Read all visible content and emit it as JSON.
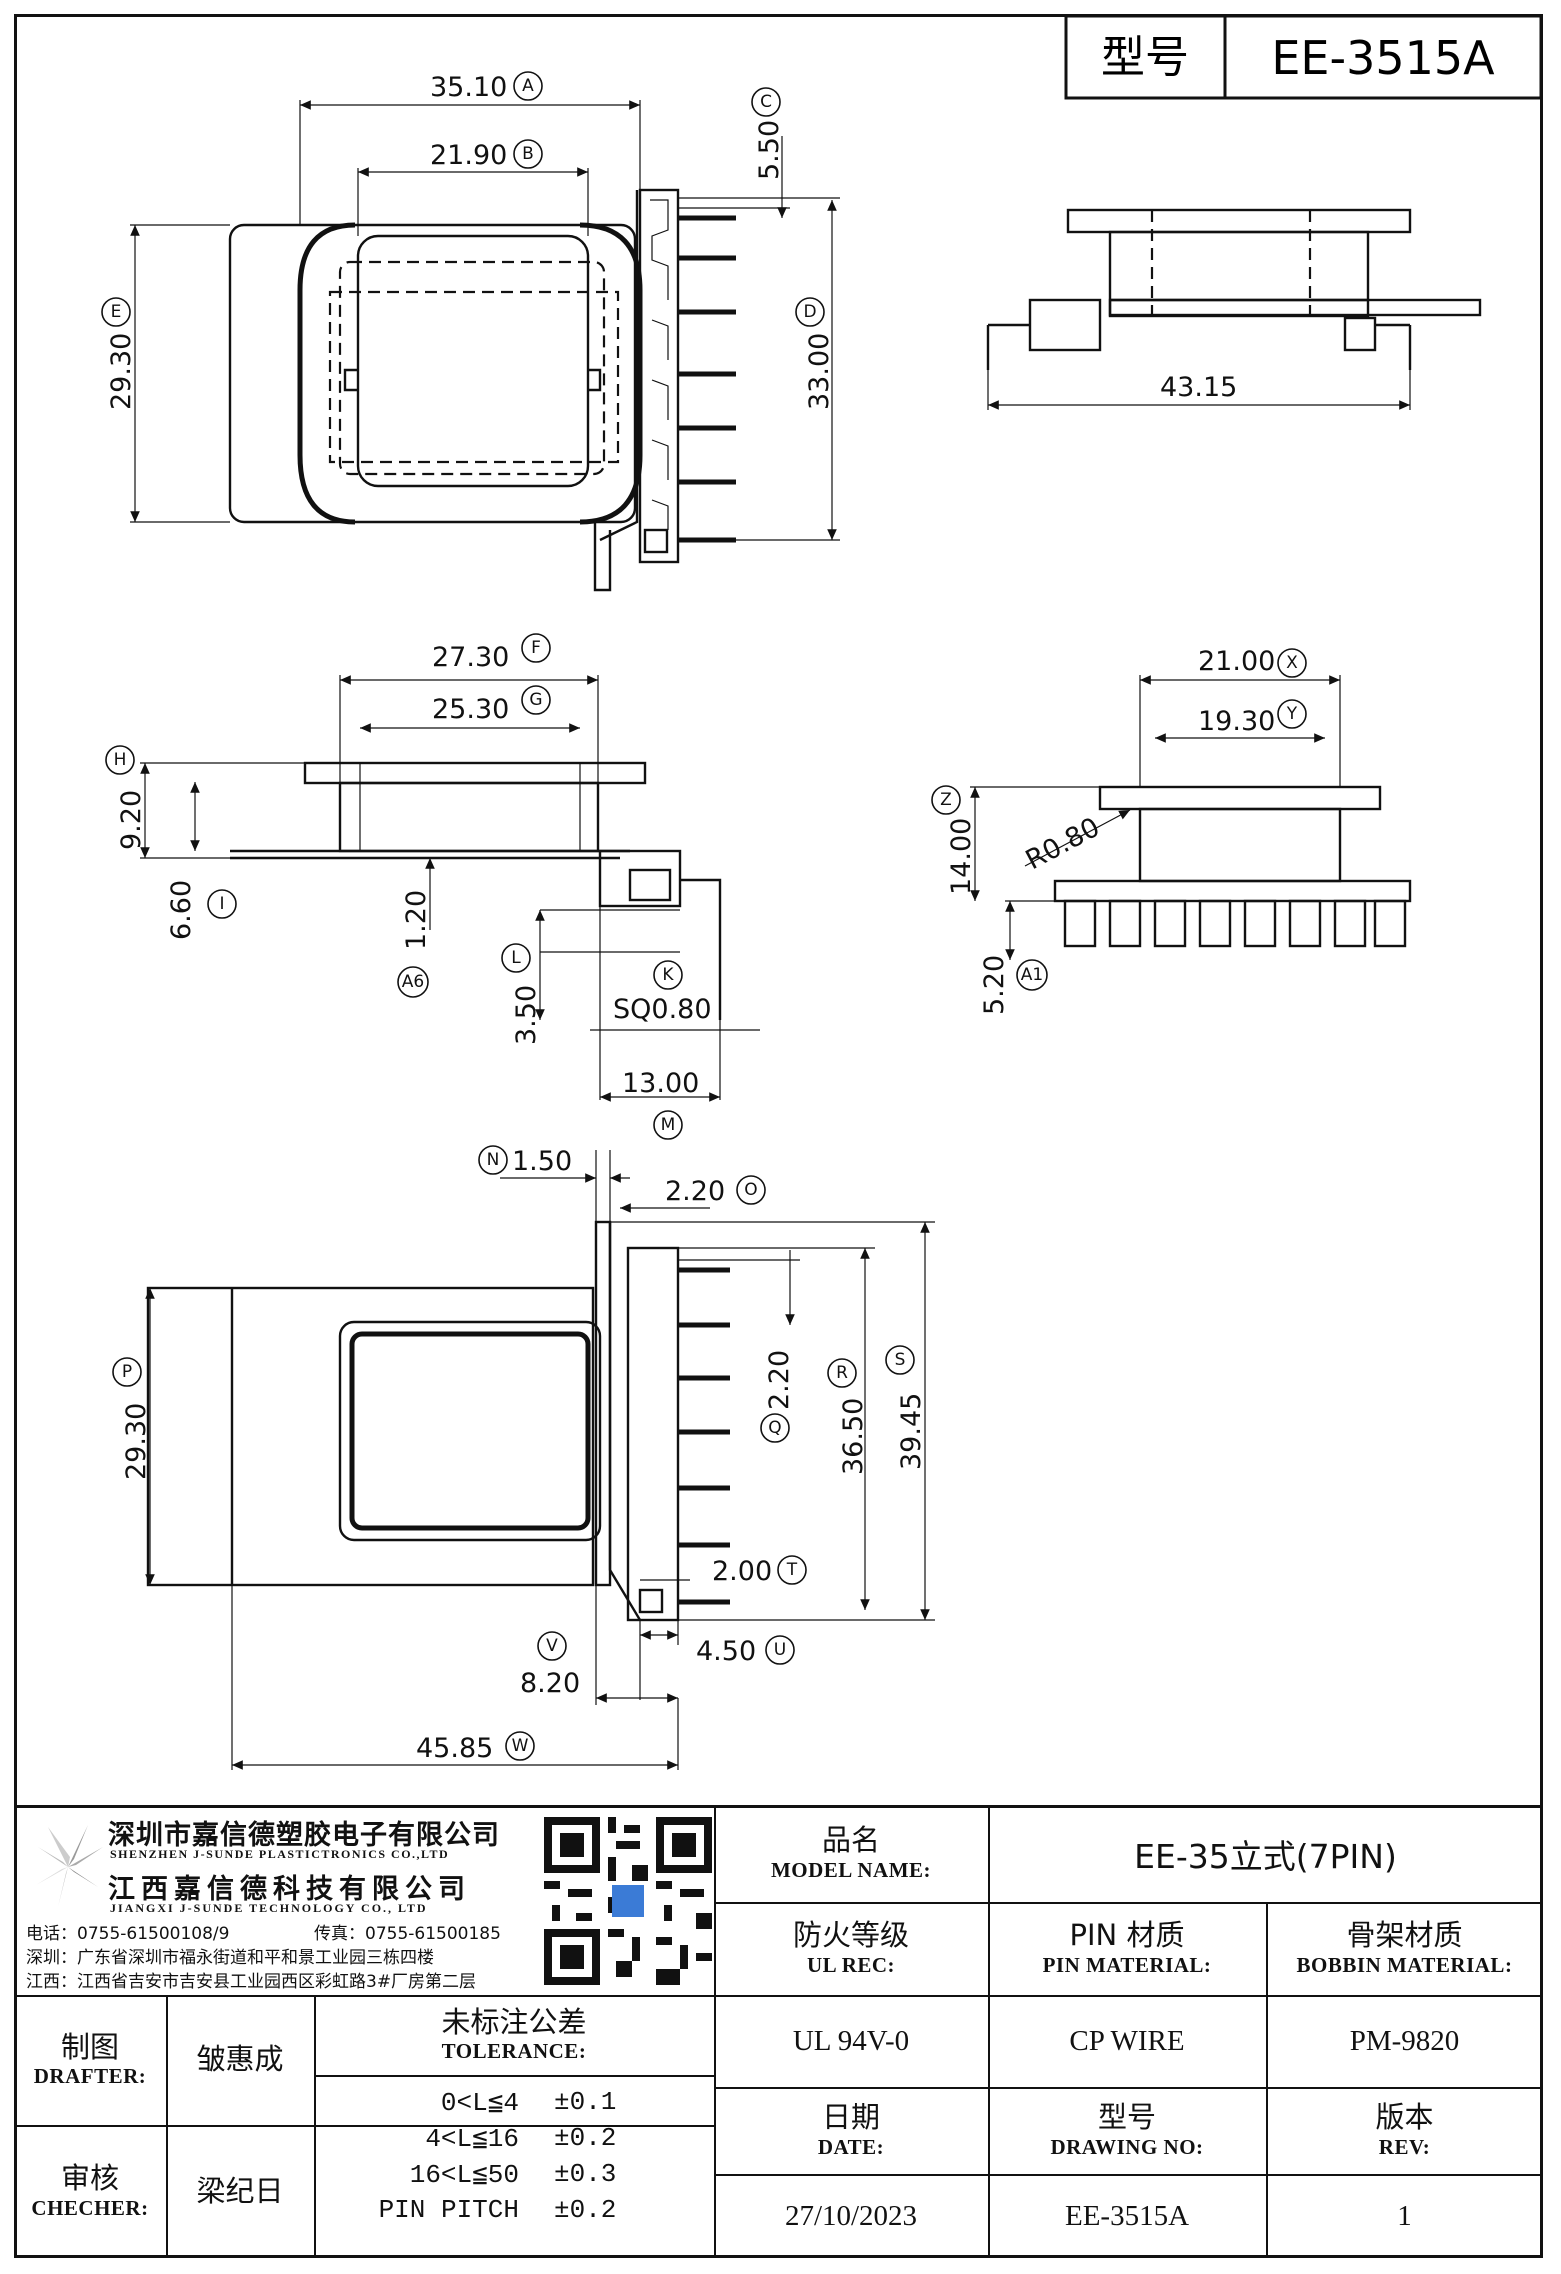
{
  "header": {
    "model_label": "型号",
    "model_value": "EE-3515A"
  },
  "dimensions": {
    "top_view": [
      {
        "value": "35.10",
        "tag": "A"
      },
      {
        "value": "21.90",
        "tag": "B"
      },
      {
        "value": "5.50",
        "tag": "C"
      },
      {
        "value": "33.00",
        "tag": "D"
      },
      {
        "value": "29.30",
        "tag": "E"
      }
    ],
    "side_view_top_right": {
      "value": "43.15"
    },
    "front_view": [
      {
        "value": "27.30",
        "tag": "F"
      },
      {
        "value": "25.30",
        "tag": "G"
      },
      {
        "value": "9.20",
        "tag": "H"
      },
      {
        "value": "6.60",
        "tag": "I"
      },
      {
        "value": "1.20",
        "tag": "A6"
      },
      {
        "value": "3.50",
        "tag": "L"
      },
      {
        "value": "SQ0.80",
        "tag": "K"
      },
      {
        "value": "13.00",
        "tag": "M"
      }
    ],
    "right_view": [
      {
        "value": "21.00",
        "tag": "X"
      },
      {
        "value": "19.30",
        "tag": "Y"
      },
      {
        "value": "14.00",
        "tag": "Z"
      },
      {
        "value": "R0.80",
        "tag": ""
      },
      {
        "value": "5.20",
        "tag": "A1"
      }
    ],
    "bottom_view": [
      {
        "value": "1.50",
        "tag": "N"
      },
      {
        "value": "2.20",
        "tag": "O"
      },
      {
        "value": "29.30",
        "tag": "P"
      },
      {
        "value": "2.20",
        "tag": "Q"
      },
      {
        "value": "36.50",
        "tag": "R"
      },
      {
        "value": "39.45",
        "tag": "S"
      },
      {
        "value": "2.00",
        "tag": "T"
      },
      {
        "value": "4.50",
        "tag": "U"
      },
      {
        "value": "8.20",
        "tag": "V"
      },
      {
        "value": "45.85",
        "tag": "W"
      }
    ]
  },
  "company": {
    "name_cn_1": "深圳市嘉信德塑胶电子有限公司",
    "name_en_1": "SHENZHEN J-SUNDE PLASTICTRONICS CO.,LTD",
    "name_cn_2": "江西嘉信德科技有限公司",
    "name_en_2": "JIANGXI J-SUNDE TECHNOLOGY CO., LTD",
    "phone": "电话：0755-61500108/9",
    "fax": "传真：0755-61500185",
    "addr_sz": "深圳：广东省深圳市福永街道和平和景工业园三栋四楼",
    "addr_jx": "江西：江西省吉安市吉安县工业园西区彩虹路3#厂房第二层"
  },
  "title_block": {
    "model_name_cn": "品名",
    "model_name_en": "MODEL NAME:",
    "model_name_value": "EE-35立式(7PIN)",
    "ul_cn": "防火等级",
    "ul_en": "UL REC:",
    "ul_value": "UL 94V-0",
    "pin_cn": "PIN 材质",
    "pin_en": "PIN MATERIAL:",
    "pin_value": "CP WIRE",
    "bobbin_cn": "骨架材质",
    "bobbin_en": "BOBBIN MATERIAL:",
    "bobbin_value": "PM-9820",
    "drafter_cn": "制图",
    "drafter_en": "DRAFTER:",
    "drafter_value": "皱惠成",
    "checker_cn": "审核",
    "checker_en": "CHECHER:",
    "checker_value": "梁纪日",
    "tolerance_cn": "未标注公差",
    "tolerance_en": "TOLERANCE:",
    "tolerance_rows": [
      {
        "range": "0<L≦4",
        "tol": "±0.1"
      },
      {
        "range": "4<L≦16",
        "tol": "±0.2"
      },
      {
        "range": "16<L≦50",
        "tol": "±0.3"
      },
      {
        "range": "PIN PITCH",
        "tol": "±0.2"
      }
    ],
    "date_cn": "日期",
    "date_en": "DATE:",
    "date_value": "27/10/2023",
    "drawing_cn": "型号",
    "drawing_en": "DRAWING NO:",
    "drawing_value": "EE-3515A",
    "rev_cn": "版本",
    "rev_en": "REV:",
    "rev_value": "1"
  }
}
